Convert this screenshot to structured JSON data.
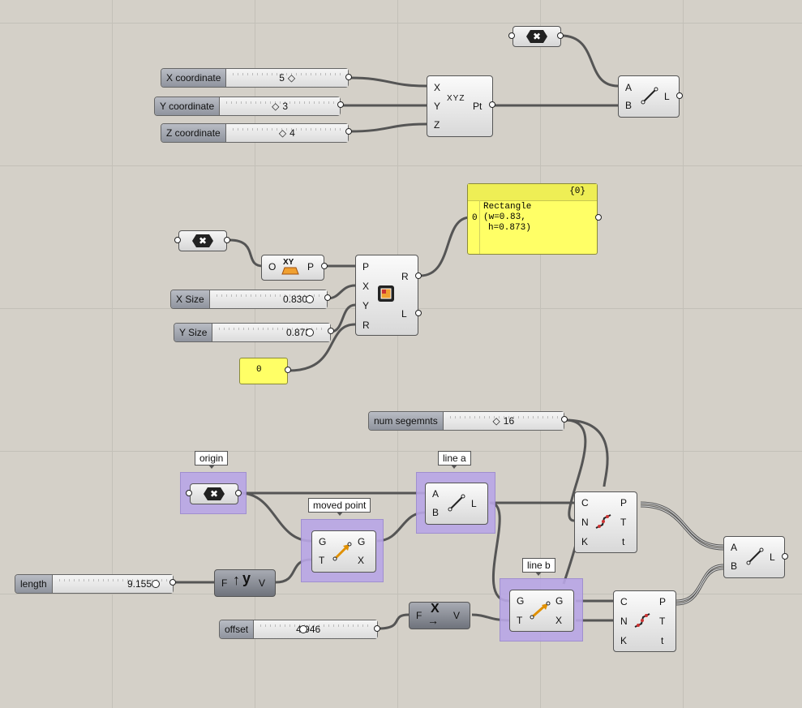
{
  "top": {
    "sliders": [
      {
        "label": "X coordinate",
        "value": "5"
      },
      {
        "label": "Y coordinate",
        "value": "3"
      },
      {
        "label": "Z coordinate",
        "value": "4"
      }
    ],
    "point_component": {
      "inputs": [
        "X",
        "Y",
        "Z"
      ],
      "output": "Pt",
      "icon": "xyz-point-icon",
      "icon_text": "XYZ"
    },
    "line_component": {
      "inputs": [
        "A",
        "B"
      ],
      "output": "L"
    }
  },
  "middle": {
    "plane_component": {
      "input": "O",
      "output": "P",
      "icon_text": "XY"
    },
    "sliders": [
      {
        "label": "X Size",
        "value": "0.830"
      },
      {
        "label": "Y Size",
        "value": "0.873"
      }
    ],
    "rectangle_component": {
      "inputs": [
        "P",
        "X",
        "Y",
        "R"
      ],
      "outputs": [
        "R",
        "L"
      ]
    },
    "radius_panel": {
      "value": "0"
    },
    "output_panel": {
      "path": "{0}",
      "index": "0",
      "lines": [
        "Rectangle",
        "(w=0.83,",
        "h=0.873)"
      ]
    }
  },
  "bottom": {
    "num_segments_slider": {
      "label": "num segemnts",
      "value": "16"
    },
    "length_slider": {
      "label": "length",
      "value": "9.155"
    },
    "offset_slider": {
      "label": "offset",
      "value": "4.946"
    },
    "labels": {
      "origin": "origin",
      "moved_point": "moved point",
      "line_a": "line a",
      "line_b": "line b"
    },
    "move_component": {
      "inputs": [
        "G",
        "T"
      ],
      "outputs": [
        "G",
        "X"
      ]
    },
    "line_a_component": {
      "inputs": [
        "A",
        "B"
      ],
      "output": "L"
    },
    "line_b_component": {
      "inputs": [
        "G",
        "T"
      ],
      "outputs": [
        "G",
        "X"
      ]
    },
    "unit_y": {
      "input": "F",
      "output": "V",
      "icon_text": "y"
    },
    "unit_x": {
      "input": "F",
      "output": "V",
      "icon_text": "X"
    },
    "divide_component_1": {
      "inputs": [
        "C",
        "N",
        "K"
      ],
      "outputs": [
        "P",
        "T",
        "t"
      ]
    },
    "divide_component_2": {
      "inputs": [
        "C",
        "N",
        "K"
      ],
      "outputs": [
        "P",
        "T",
        "t"
      ]
    },
    "line_component": {
      "inputs": [
        "A",
        "B"
      ],
      "output": "L"
    }
  },
  "colors": {
    "canvas": "#d4d0c8",
    "selection": "#b9a6e6",
    "panel_yellow": "#ffff66",
    "wire": "#555555"
  }
}
